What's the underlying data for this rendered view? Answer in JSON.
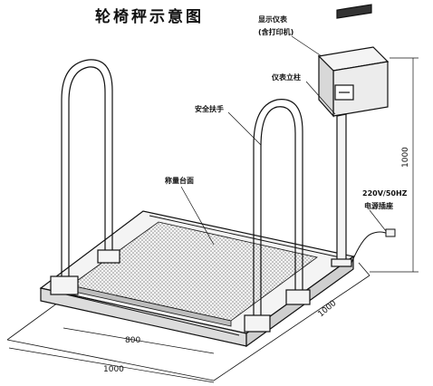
{
  "title": "轮椅秤示意图",
  "labels": {
    "display": "显示仪表",
    "display_sub": "(含打印机)",
    "column": "仪表立柱",
    "handrail": "安全扶手",
    "platform": "称量台面",
    "power_line1": "220V/50HZ",
    "power_line2": "电源插座"
  },
  "dimensions": {
    "height": "1000",
    "depth": "1000",
    "width": "1000",
    "inner_width": "800"
  },
  "colors": {
    "line": "#111111",
    "platform_fill": "#e9e9e9",
    "dot": "#8a8a8a"
  }
}
